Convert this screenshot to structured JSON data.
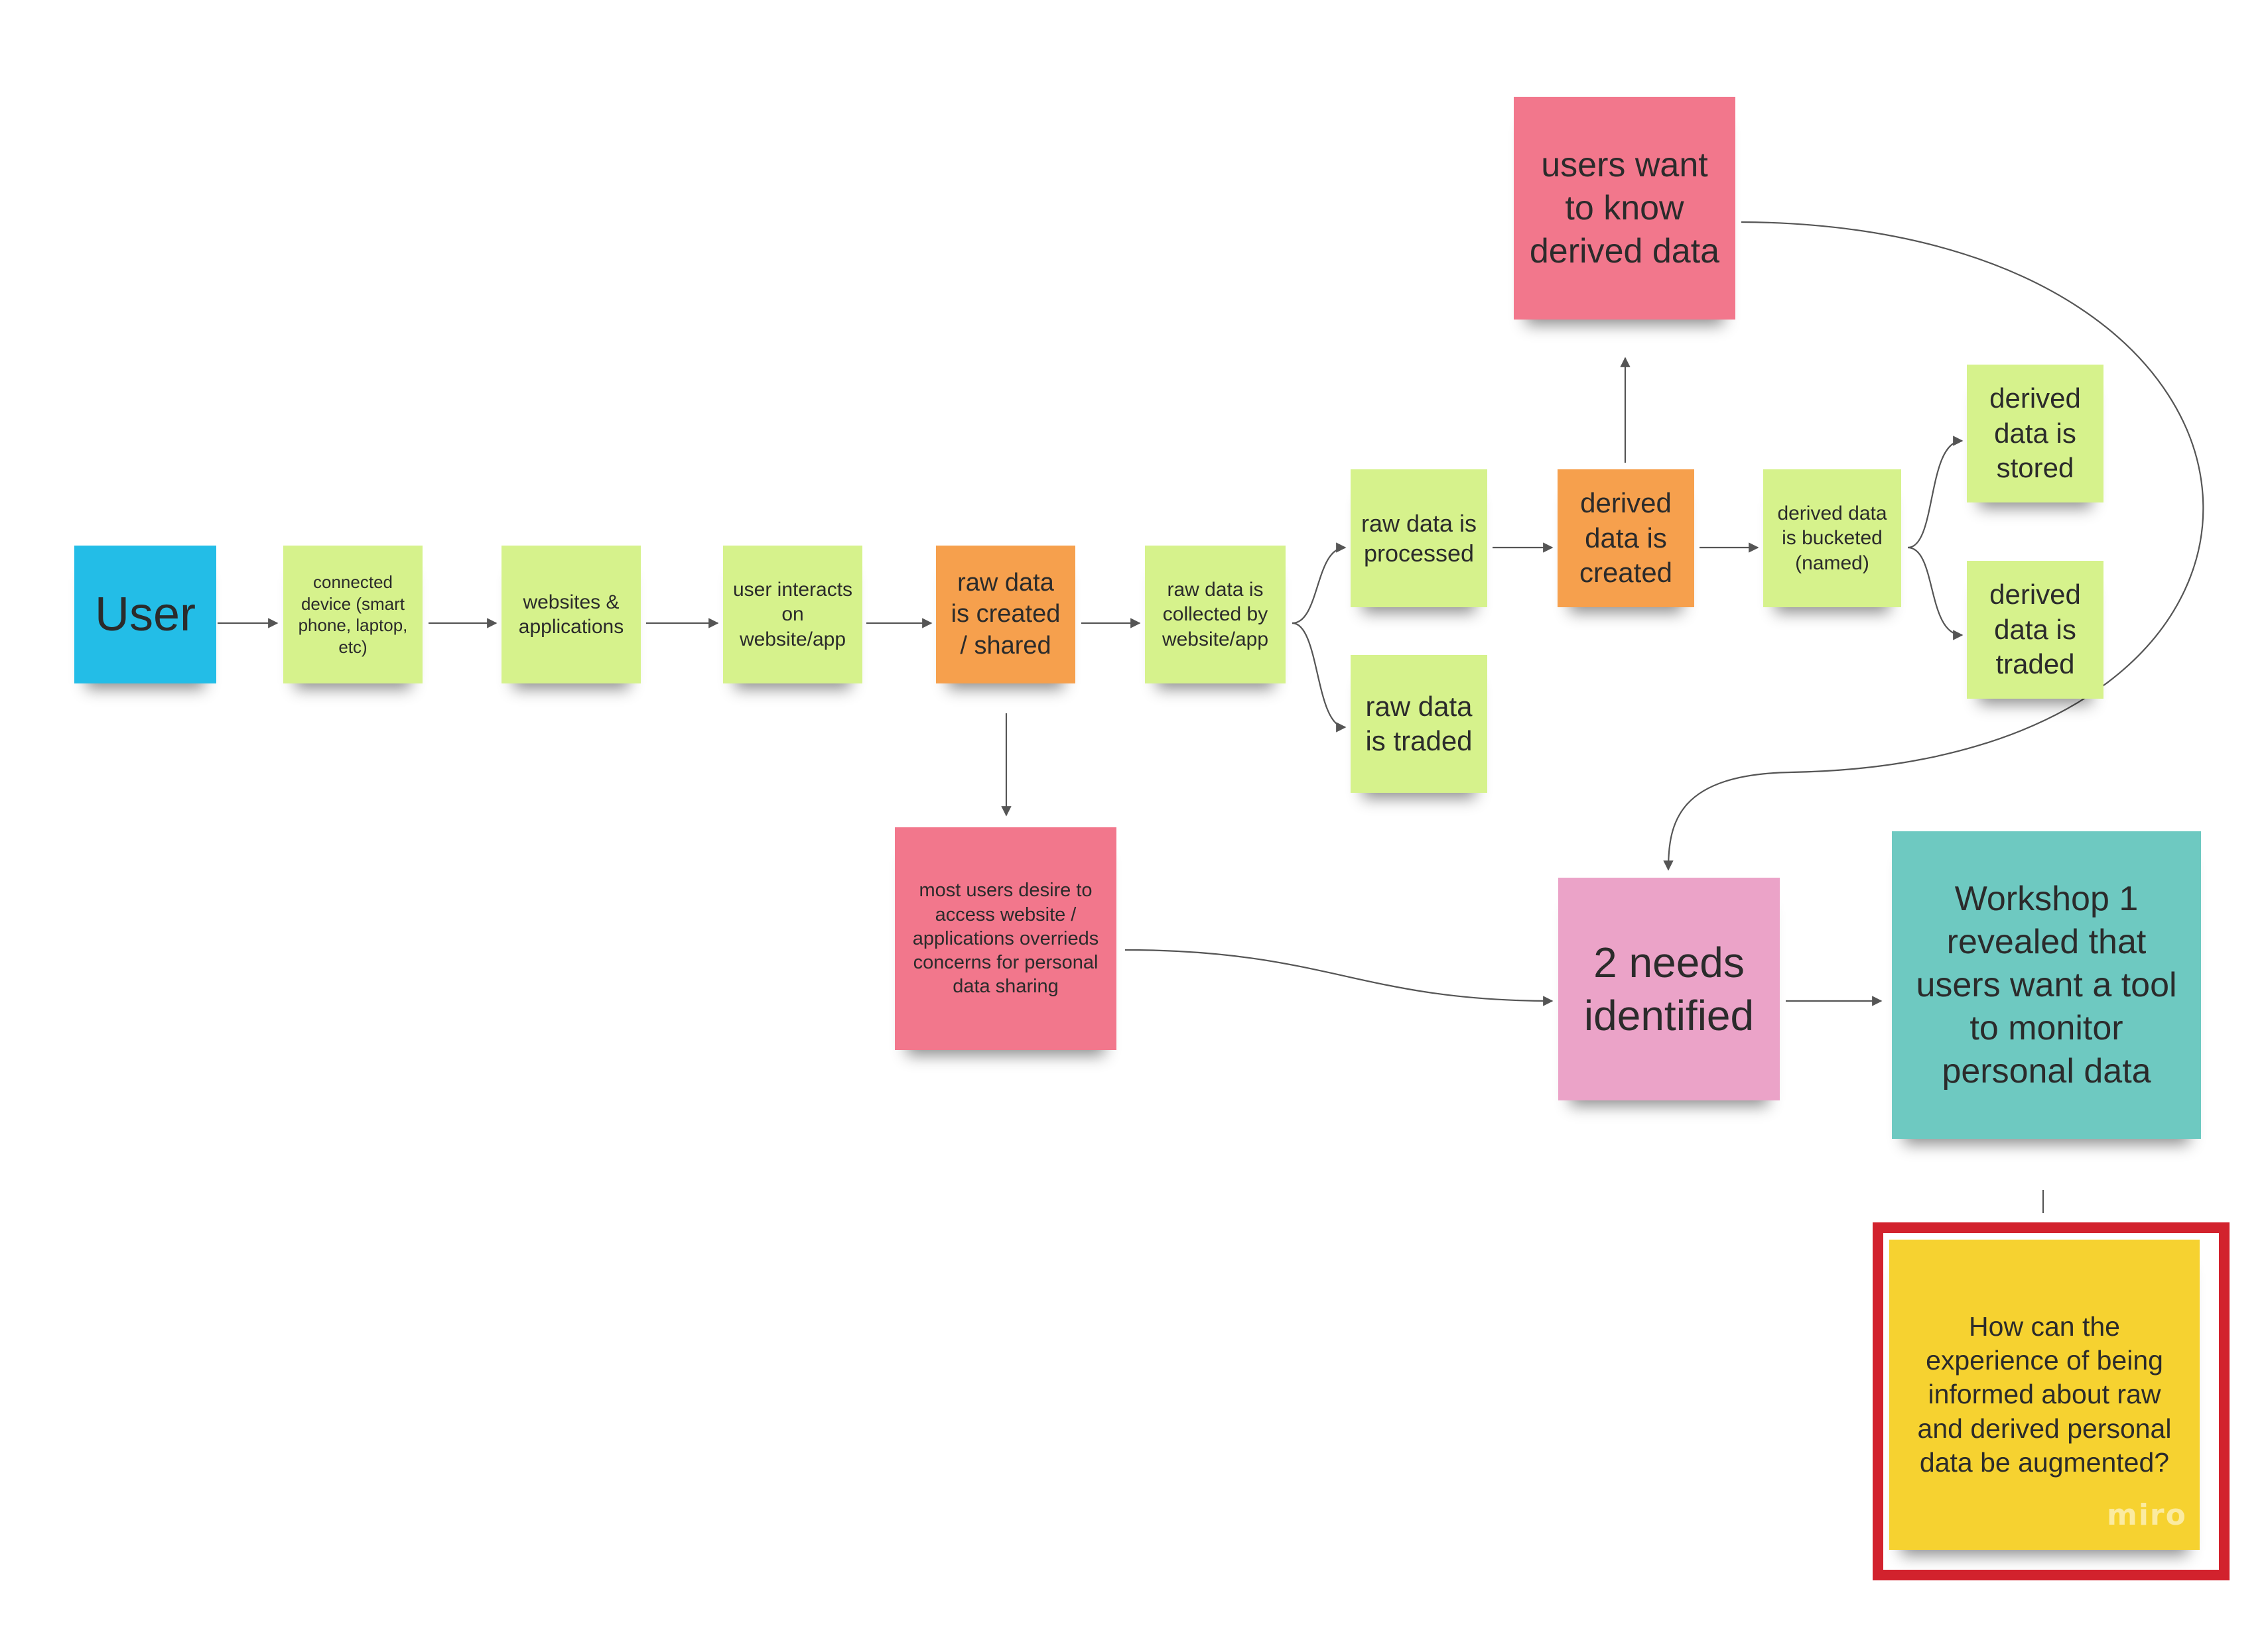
{
  "nodes": {
    "user": {
      "text": "User"
    },
    "device": {
      "text": "connected device (smart phone, laptop, etc)"
    },
    "websites": {
      "text": "websites & applications"
    },
    "interacts": {
      "text": "user interacts on website/app"
    },
    "raw_created": {
      "text": "raw data is created / shared"
    },
    "raw_collected": {
      "text": "raw data is collected by website/app"
    },
    "raw_processed": {
      "text": "raw data is processed"
    },
    "raw_traded": {
      "text": "raw data is traded"
    },
    "derived_created": {
      "text": "derived data is created"
    },
    "derived_bucketed": {
      "text": "derived data is bucketed (named)"
    },
    "derived_stored": {
      "text": "derived data is stored"
    },
    "derived_traded": {
      "text": "derived data is traded"
    },
    "want_know": {
      "text": "users want to know derived data"
    },
    "users_desire": {
      "text": "most users desire to access website / applications overrieds concerns for personal data sharing"
    },
    "needs": {
      "text": "2 needs identified"
    },
    "workshop": {
      "text": "Workshop 1 revealed that users want a tool to monitor personal data"
    },
    "question": {
      "text": "How can the experience of being informed about raw and derived personal data be augmented?"
    }
  },
  "colors": {
    "green": "#d6f28c",
    "orange": "#f6a04d",
    "pink": "#f2778c",
    "blue": "#23bde7",
    "lilac": "#eba3c8",
    "teal": "#6ec9c1",
    "yellow": "#f6d230",
    "highlight": "#d2222d",
    "connector": "#555555"
  },
  "watermark": "miro"
}
